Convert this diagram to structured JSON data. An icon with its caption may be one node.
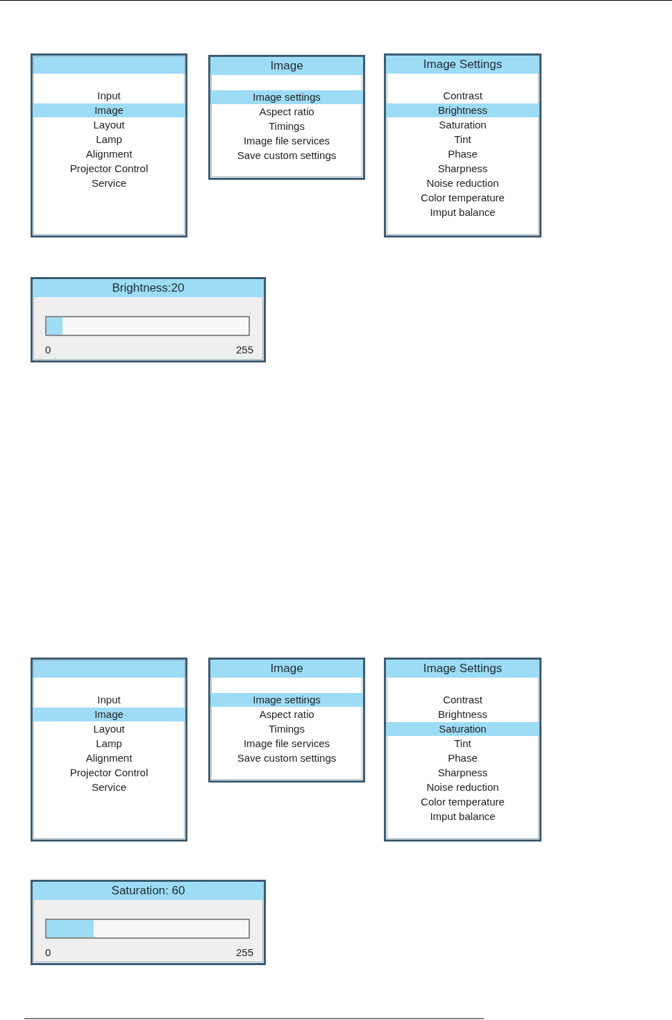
{
  "diagram": {
    "nodes": [
      {
        "text": [
          "Input",
          "Image",
          "Layout",
          "Lamp",
          "Alignment",
          "Projector Control",
          "Service"
        ]
      },
      {
        "text": [
          "Image",
          "Image settings",
          "Aspect ratio",
          "Timings",
          "Image file services",
          "Save custom settings"
        ]
      },
      {
        "text": [
          "Image Settings",
          "Contrast",
          "Brightness",
          "Saturation",
          "Tint",
          "Phase",
          "Sharpness",
          "Noise reduction",
          "Color temperature",
          "Imput balance"
        ]
      },
      {
        "text": [
          "Brightness:20",
          "0",
          "255"
        ]
      },
      {
        "text": [
          "Input",
          "Image",
          "Layout",
          "Lamp",
          "Alignment",
          "Projector Control",
          "Service"
        ]
      },
      {
        "text": [
          "Image",
          "Image settings",
          "Aspect ratio",
          "Timings",
          "Image file services",
          "Save custom settings"
        ]
      },
      {
        "text": [
          "Image Settings",
          "Contrast",
          "Brightness",
          "Saturation",
          "Tint",
          "Phase",
          "Sharpness",
          "Noise reduction",
          "Color temperature",
          "Imput balance"
        ]
      },
      {
        "text": [
          "Saturation: 60",
          "0",
          "255"
        ]
      }
    ]
  }
}
